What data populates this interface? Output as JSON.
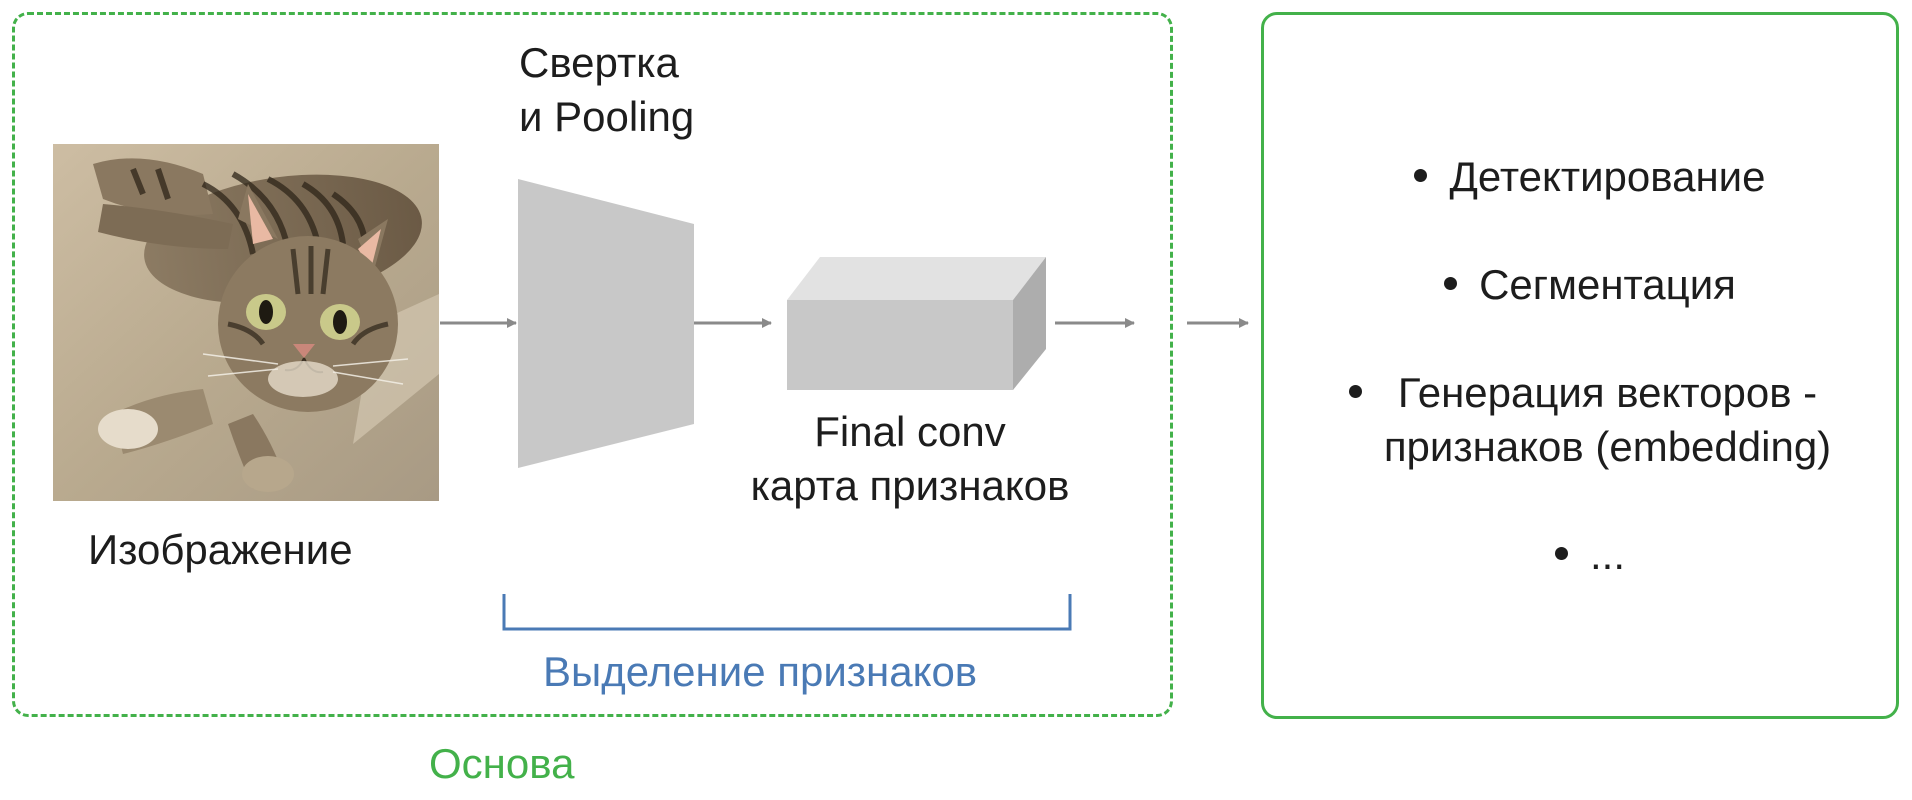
{
  "backbone": {
    "label": "Основа",
    "image_label": "Изображение",
    "conv_title_line1": "Свертка",
    "conv_title_line2": "и Pooling",
    "feature_map_line1": "Final conv",
    "feature_map_line2": "карта признаков",
    "feature_extraction_label": "Выделение признаков"
  },
  "tasks": {
    "items": [
      {
        "line1": "Детектирование",
        "line2": ""
      },
      {
        "line1": "Сегментация",
        "line2": ""
      },
      {
        "line1": "Генерация векторов -",
        "line2": "признаков (embedding)"
      },
      {
        "line1": "...",
        "line2": ""
      }
    ]
  },
  "colors": {
    "frame_green": "#43b14a",
    "bracket_blue": "#4a7ab5",
    "arrow_gray": "#8a8a8a",
    "block_gray": "#c8c8c8"
  },
  "icons": {
    "photo": "cat-photo",
    "conv": "trapezoid-shape",
    "feature_map": "cuboid-shape",
    "arrow": "arrow-right-icon"
  }
}
